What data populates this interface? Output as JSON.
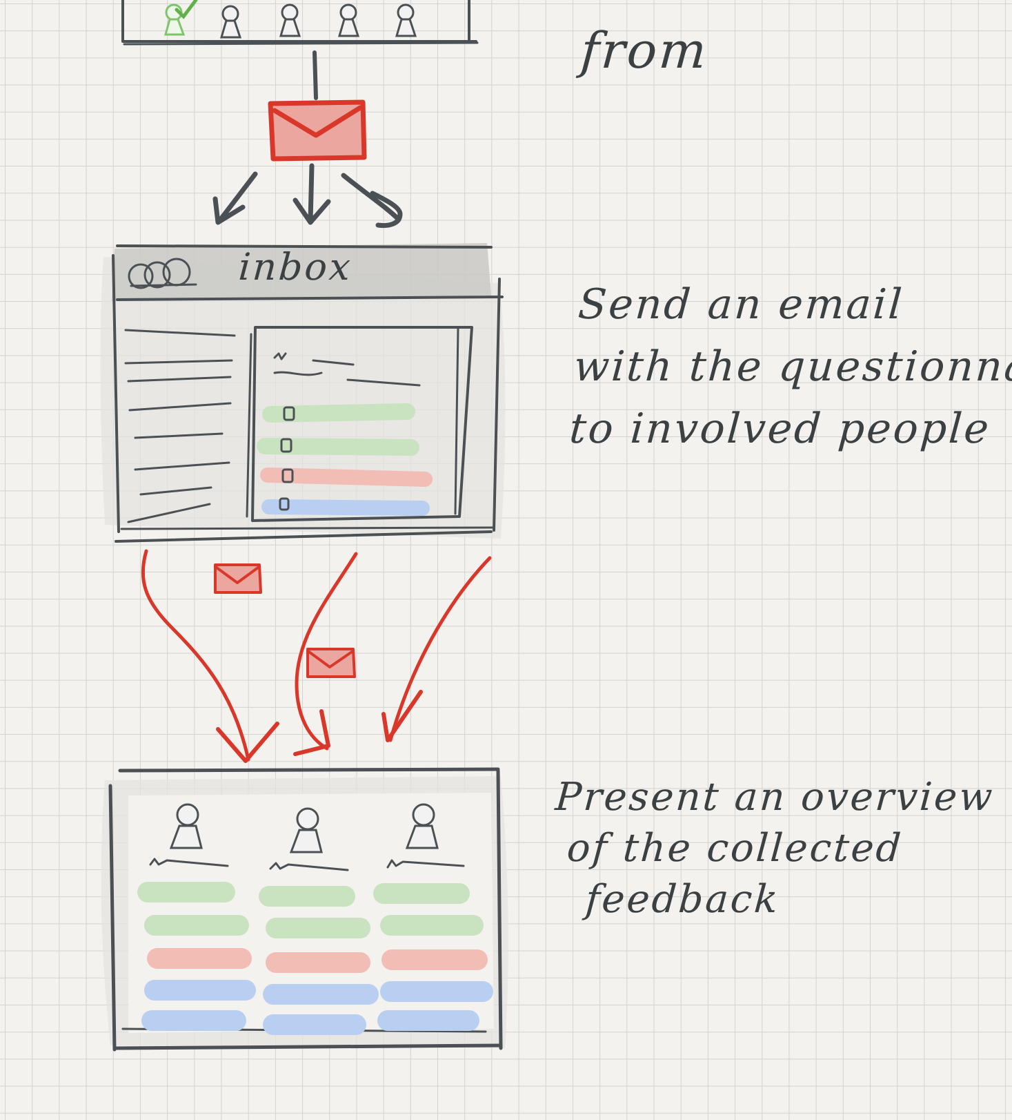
{
  "notes": {
    "top_fragment": "from",
    "send_email": [
      "Send an email",
      "with the questionnaire",
      "to involved people"
    ],
    "overview": [
      "Present an overview",
      "of the collected",
      "feedback"
    ]
  },
  "email_client": {
    "title": "inbox"
  },
  "overview_board": {
    "columns": [
      {
        "person": "person-icon",
        "feedback_bars": [
          "green",
          "green",
          "red",
          "blue",
          "blue"
        ]
      },
      {
        "person": "person-icon",
        "feedback_bars": [
          "green",
          "green",
          "red",
          "blue",
          "blue"
        ]
      },
      {
        "person": "person-icon",
        "feedback_bars": [
          "green",
          "green",
          "red",
          "blue",
          "blue"
        ]
      }
    ]
  },
  "questionnaire_items": [
    "green",
    "green",
    "red",
    "blue"
  ],
  "colors": {
    "ink": "#4a5053",
    "email_red": "#d9372a",
    "email_fill": "#eba79f",
    "bar_green": "#c9e3c0",
    "bar_red": "#f2bdb5",
    "bar_blue": "#b9cff1",
    "paper": "#f4f2ee",
    "grid": "#d2d3d0",
    "checked_person": "#7ec46a"
  }
}
